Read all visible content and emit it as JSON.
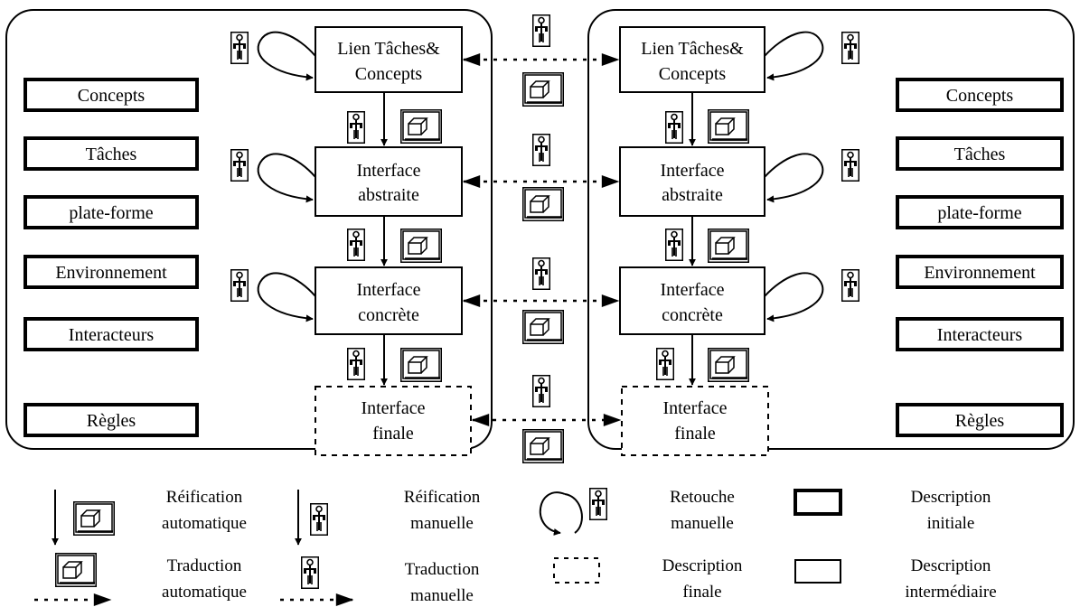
{
  "left_panel": {
    "models": [
      "Concepts",
      "Tâches",
      "plate-forme",
      "Environnement",
      "Interacteurs",
      "Règles"
    ],
    "levels": [
      [
        "Lien Tâches&",
        "Concepts"
      ],
      [
        "Interface",
        "abstraite"
      ],
      [
        "Interface",
        "concrète"
      ],
      [
        "Interface",
        "finale"
      ]
    ]
  },
  "right_panel": {
    "models": [
      "Concepts",
      "Tâches",
      "plate-forme",
      "Environnement",
      "Interacteurs",
      "Règles"
    ],
    "levels": [
      [
        "Lien Tâches&",
        "Concepts"
      ],
      [
        "Interface",
        "abstraite"
      ],
      [
        "Interface",
        "concrète"
      ],
      [
        "Interface",
        "finale"
      ]
    ]
  },
  "legend": {
    "reif_auto": [
      "Réification",
      "automatique"
    ],
    "reif_manual": [
      "Réification",
      "manuelle"
    ],
    "retouch": [
      "Retouche",
      "manuelle"
    ],
    "desc_initial": [
      "Description",
      "initiale"
    ],
    "trad_auto": [
      "Traduction",
      "automatique"
    ],
    "trad_manual": [
      "Traduction",
      "manuelle"
    ],
    "desc_final": [
      "Description",
      "finale"
    ],
    "desc_inter": [
      "Description",
      "intermédiaire"
    ]
  },
  "icons": [
    "person-icon",
    "cube-icon",
    "arrow-down-icon",
    "arrow-right-dotted-icon",
    "loop-arrow-icon"
  ]
}
